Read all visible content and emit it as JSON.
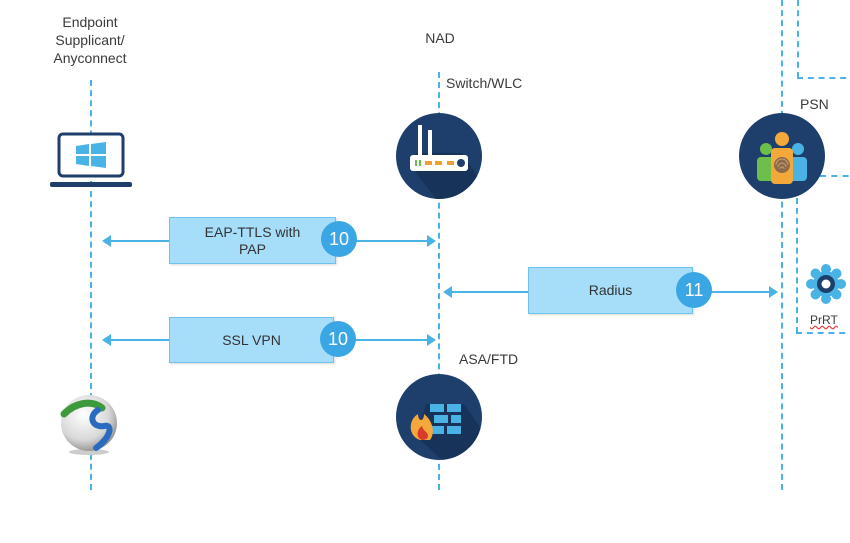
{
  "columns": {
    "endpoint": {
      "title_line1": "Endpoint",
      "title_line2": "Supplicant/",
      "title_line3": "Anyconnect"
    },
    "nad": {
      "title": "NAD",
      "switch_label": "Switch/WLC",
      "asa_label": "ASA/FTD"
    },
    "psn": {
      "title": "PSN",
      "prrt_label": "PrRT"
    }
  },
  "messages": [
    {
      "label_line1": "EAP-TTLS with",
      "label_line2": "PAP",
      "step": "10",
      "from": "Endpoint",
      "to": "Switch/WLC",
      "direction": "bidirectional"
    },
    {
      "label": "SSL VPN",
      "step": "10",
      "from": "Endpoint",
      "to": "ASA/FTD",
      "direction": "bidirectional"
    },
    {
      "label": "Radius",
      "step": "11",
      "from": "NAD",
      "to": "PSN",
      "direction": "bidirectional"
    }
  ],
  "icons": {
    "laptop": "windows-laptop-icon",
    "anyconnect": "anyconnect-globe-icon",
    "switch": "wireless-router-icon",
    "firewall": "firewall-icon",
    "psn": "users-fingerprint-icon",
    "prrt": "gear-icon"
  },
  "colors": {
    "lifeline": "#4ab3e6",
    "box_fill": "#a6defa",
    "badge": "#3aa6e3",
    "node_bg": "#1e3f6b"
  }
}
